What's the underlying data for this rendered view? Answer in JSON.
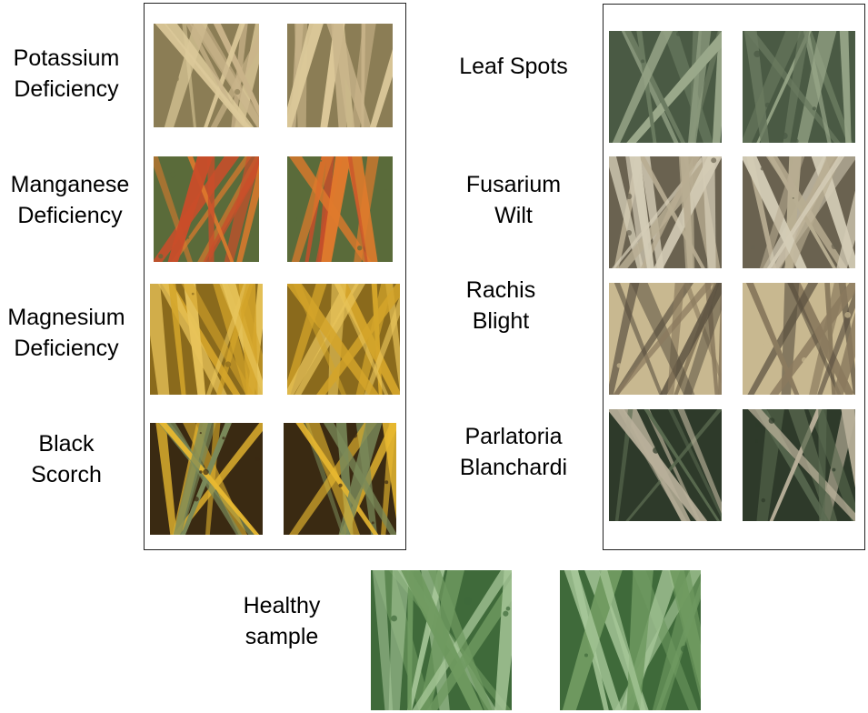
{
  "left_panel": {
    "labels": {
      "potassium": "Potassium\nDeficiency",
      "manganese": "Manganese\nDeficiency",
      "magnesium": "Magnesium\nDeficiency",
      "black_scorch": "Black\nScorch"
    }
  },
  "right_panel": {
    "labels": {
      "leaf_spots": "Leaf Spots",
      "fusarium": "Fusarium\nWilt",
      "rachis": "Rachis\nBlight",
      "parlatoria": "Parlatoria\nBlanchardi"
    }
  },
  "healthy": {
    "label": "Healthy\nsample"
  },
  "colors": {
    "potassium": [
      "#c9b48a",
      "#8b7d55",
      "#dcc99a"
    ],
    "manganese": [
      "#e07a2c",
      "#5a6b3a",
      "#c94d2a"
    ],
    "magnesium": [
      "#d4a52a",
      "#8a6a1c",
      "#e8c45a"
    ],
    "black_scorch": [
      "#e8b830",
      "#3a2a12",
      "#7a8a5a"
    ],
    "leaf_spots": [
      "#6a7a60",
      "#4a5a44",
      "#9aa88a"
    ],
    "fusarium": [
      "#b8ad92",
      "#6a6250",
      "#d4ccb6"
    ],
    "rachis": [
      "#8a7a5e",
      "#c8b890",
      "#5a5040"
    ],
    "parlatoria": [
      "#5a6a50",
      "#2e3a2a",
      "#b9b09a"
    ],
    "healthy": [
      "#6f9a60",
      "#3f6a3a",
      "#a8c89a"
    ]
  }
}
